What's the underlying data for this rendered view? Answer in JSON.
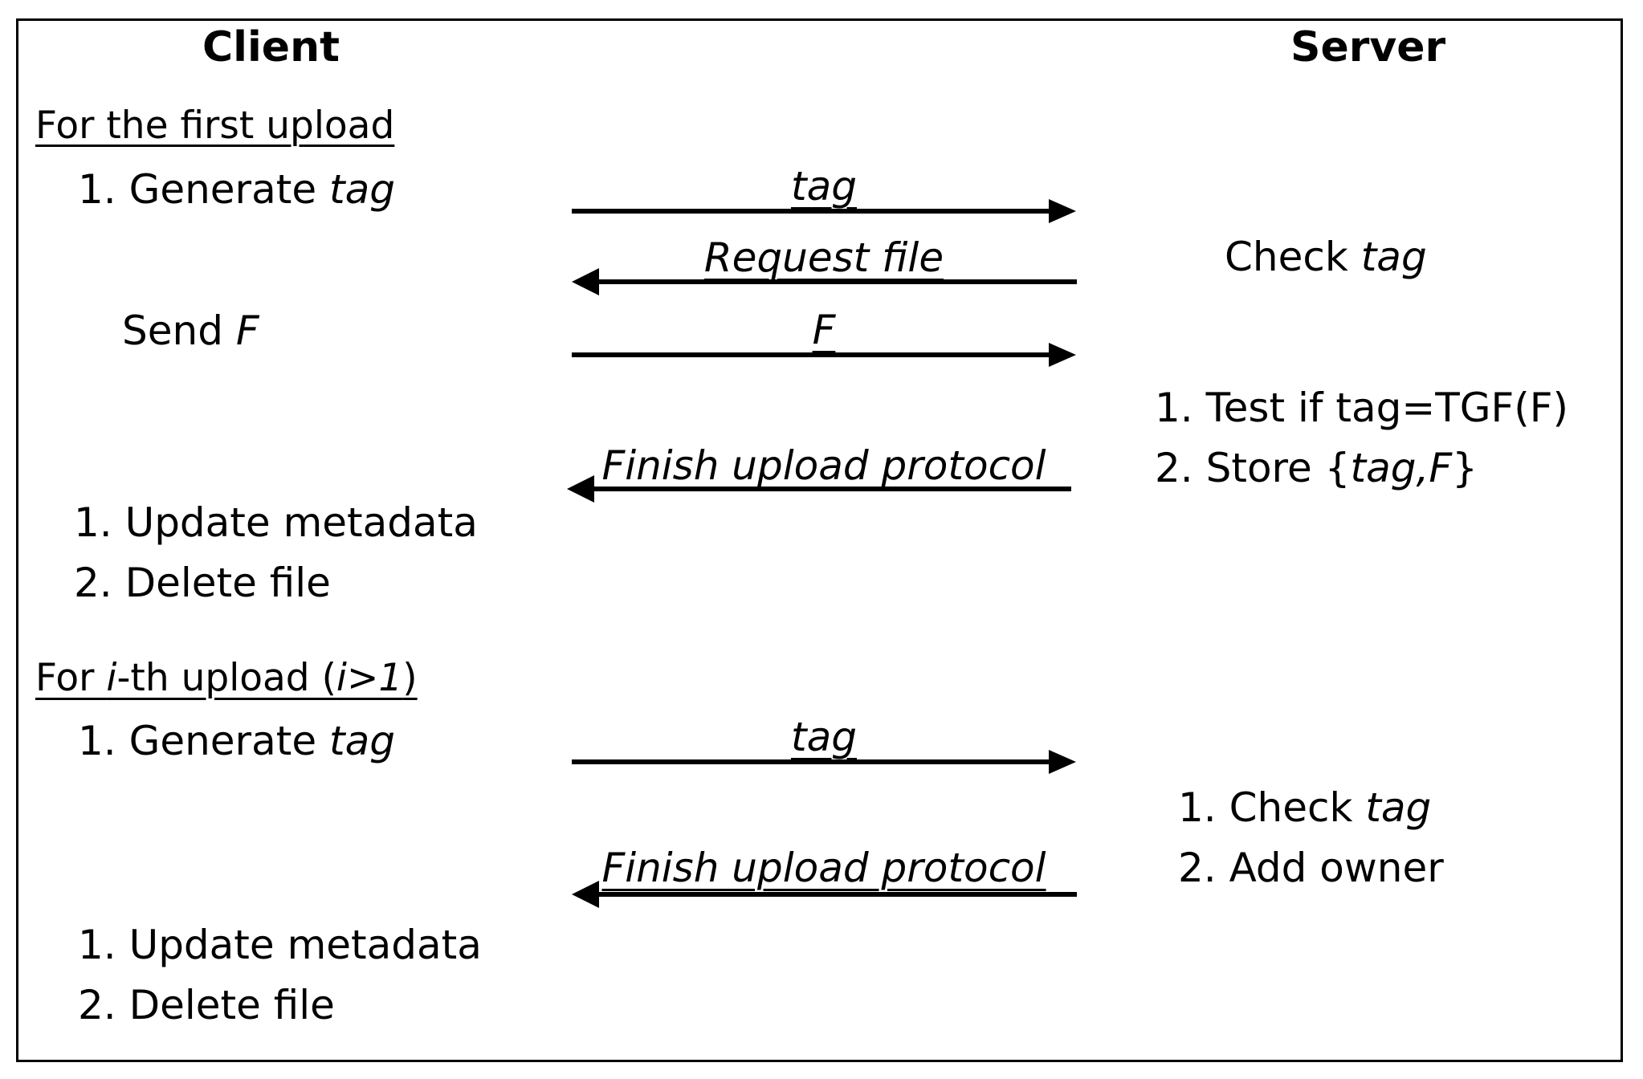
{
  "client_header": "Client",
  "server_header": "Server",
  "first_upload": {
    "heading": "For the first upload",
    "client_step1_prefix": "1. Generate ",
    "client_step1_var": "tag",
    "msg_tag": "tag",
    "msg_request": "Request file",
    "server_check_prefix": "Check ",
    "server_check_var": "tag",
    "client_send_prefix": "Send ",
    "client_send_var": "F",
    "msg_f": "F",
    "server_step1": "1. Test if tag=TGF(F)",
    "server_step2_prefix": "2. Store {",
    "server_step2_var": "tag,F",
    "server_step2_suffix": "}",
    "msg_finish": "Finish upload protocol",
    "client_after1": "1. Update metadata",
    "client_after2": "2. Delete file"
  },
  "ith_upload": {
    "heading_prefix": "For ",
    "heading_var1": "i",
    "heading_mid": "-th upload (",
    "heading_var2": "i>1",
    "heading_suffix": ")",
    "client_step1_prefix": "1. Generate ",
    "client_step1_var": "tag",
    "msg_tag": "tag",
    "server_step1_prefix": "1. Check ",
    "server_step1_var": "tag",
    "server_step2": "2. Add owner",
    "msg_finish": "Finish upload protocol",
    "client_after1": "1. Update metadata",
    "client_after2": "2. Delete file"
  },
  "arrows": [
    {
      "direction": "client-to-server",
      "label": "tag"
    },
    {
      "direction": "server-to-client",
      "label": "Request file"
    },
    {
      "direction": "client-to-server",
      "label": "F"
    },
    {
      "direction": "server-to-client",
      "label": "Finish upload protocol"
    },
    {
      "direction": "client-to-server",
      "label": "tag"
    },
    {
      "direction": "server-to-client",
      "label": "Finish upload protocol"
    }
  ],
  "colors": {
    "line": "#000000",
    "background": "#ffffff"
  }
}
